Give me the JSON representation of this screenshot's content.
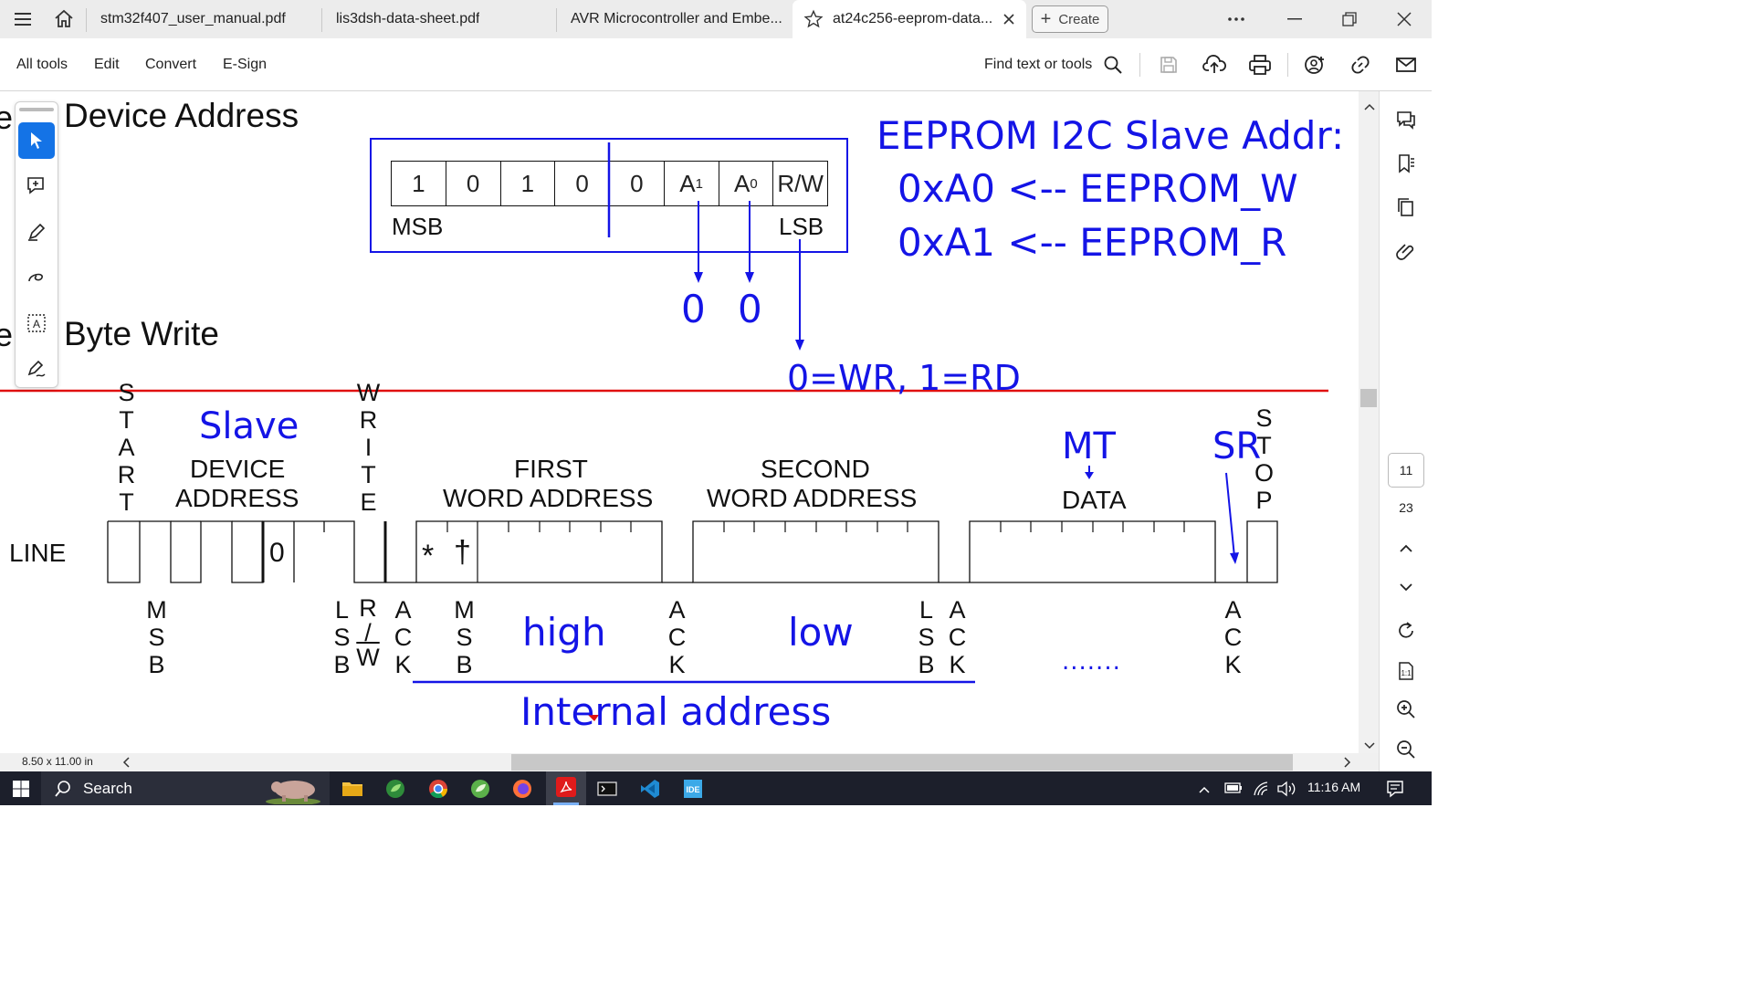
{
  "browser": {
    "tabs": [
      {
        "label": "stm32f407_user_manual.pdf"
      },
      {
        "label": "lis3dsh-data-sheet.pdf"
      },
      {
        "label": "AVR Microcontroller and Embe..."
      },
      {
        "label": "at24c256-eeprom-data...",
        "active": true
      }
    ],
    "create_label": "Create"
  },
  "toolbar": {
    "menus": [
      "All tools",
      "Edit",
      "Convert",
      "E-Sign"
    ],
    "find_label": "Find text or tools"
  },
  "document": {
    "heading_device_address": "Device Address",
    "heading_byte_write": "Byte Write",
    "addr_bits": [
      "1",
      "0",
      "1",
      "0",
      "0",
      "A",
      "A",
      "R/W"
    ],
    "addr_bit_subs": [
      "",
      "",
      "",
      "",
      "",
      "1",
      "0",
      ""
    ],
    "msb_label": "MSB",
    "lsb_label": "LSB",
    "annot_title": "EEPROM I2C Slave Addr:",
    "annot_line1": "0xA0 <-- EEPROM_W",
    "annot_line2": "0xA1 <-- EEPROM_R",
    "annot_zero_a1": "0",
    "annot_zero_a0": "0",
    "annot_rw": "0=WR, 1=RD",
    "seq_start": "START",
    "seq_write": "WRITE",
    "seq_stop": "STOP",
    "annot_slave": "Slave",
    "label_device_address_1": "DEVICE",
    "label_device_address_2": "ADDRESS",
    "label_first_word_1": "FIRST",
    "label_first_word_2": "WORD ADDRESS",
    "label_second_word_1": "SECOND",
    "label_second_word_2": "WORD ADDRESS",
    "annot_mt": "MT",
    "label_data": "DATA",
    "annot_sr": "SR",
    "line_label": "LINE",
    "bit_zero": "0",
    "bit_star": "*",
    "bit_dagger": "†",
    "below_msb1": "MSB",
    "below_lsb": "LSB",
    "below_rw_r": "R",
    "below_rw_slash": "/",
    "below_rw_w": "W",
    "below_ack1": "ACK",
    "below_msb2": "MSB",
    "annot_high": "high",
    "below_ack2": "ACK",
    "annot_low": "low",
    "below_lsb2": "LSB",
    "below_ack3": "ACK",
    "annot_dots": ".......",
    "below_ack4": "ACK",
    "annot_internal": "Internal address"
  },
  "status": {
    "page_size": "8.50 x 11.00 in"
  },
  "sidebar": {
    "page_current": "11",
    "page_total": "23"
  },
  "taskbar": {
    "search_label": "Search",
    "time": "11:16 AM"
  },
  "colors": {
    "annotation_blue": "#1414e6",
    "annotation_red": "#e01010",
    "accent_blue": "#1473e6"
  }
}
